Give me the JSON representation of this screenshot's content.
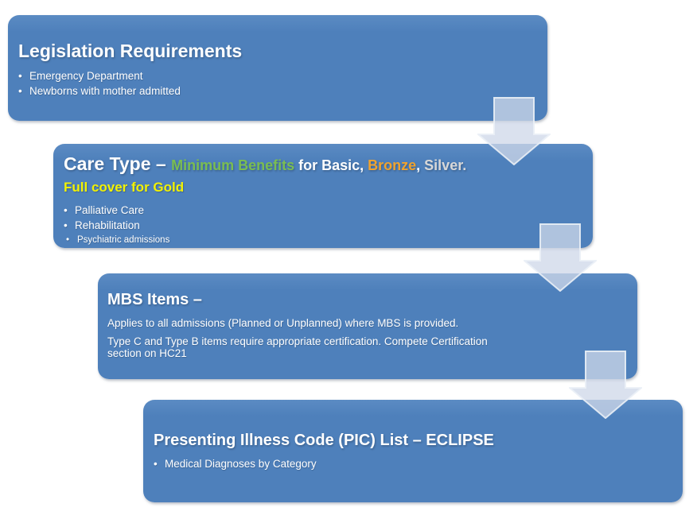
{
  "diagram": {
    "type": "step-down-process",
    "colors": {
      "box_fill": "#4E80BB",
      "title_text": "#FFFFFF",
      "minimum_benefits_green": "#7ABD52",
      "bronze_orange": "#F0A32E",
      "silver_gray": "#D8D8D8",
      "gold_yellow": "#F2F203",
      "arrow_fill": "#CED7E9",
      "background": "#FFFFFF"
    },
    "arrows": {
      "count": 3,
      "direction": "down"
    },
    "boxes": {
      "legislation": {
        "title": "Legislation Requirements",
        "bullets": [
          "Emergency Department",
          "Newborns with mother admitted"
        ]
      },
      "care_type": {
        "title_prefix": "Care Type – ",
        "minimum_benefits": "Minimum Benefits",
        "for_basic": " for Basic, ",
        "bronze": "Bronze",
        "sep": ", ",
        "silver": "Silver.",
        "subtitle": "Full cover for Gold",
        "bullets": [
          "Palliative Care",
          "Rehabilitation",
          "Psychiatric admissions"
        ]
      },
      "mbs": {
        "title": "MBS Items –",
        "para1": "Applies to all admissions (Planned or Unplanned) where MBS is provided.",
        "para2_line1": "Type C and Type B items require appropriate certification. Compete Certification",
        "para2_line2": "section on HC21"
      },
      "pic": {
        "title": "Presenting Illness Code (PIC) List – ECLIPSE",
        "bullets": [
          "Medical Diagnoses by Category"
        ]
      }
    }
  }
}
